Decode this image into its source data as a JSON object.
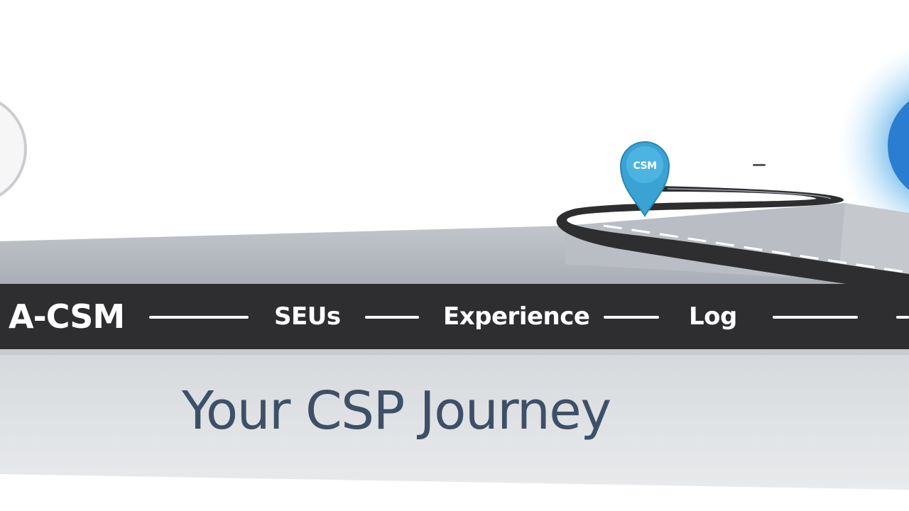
{
  "pin": {
    "label": "CSM",
    "color": "#3aa3d4"
  },
  "road": {
    "stages": [
      {
        "label": "A-CSM"
      },
      {
        "label": "SEUs"
      },
      {
        "label": "Experience"
      },
      {
        "label": "Log"
      }
    ]
  },
  "headline": "Your CSP Journey",
  "colors": {
    "road": "#2e2e30",
    "platform_top": "#b9bec4",
    "platform_front": "#dcdfe2",
    "headline": "#3e5068",
    "glow": "#4aa8e6"
  }
}
